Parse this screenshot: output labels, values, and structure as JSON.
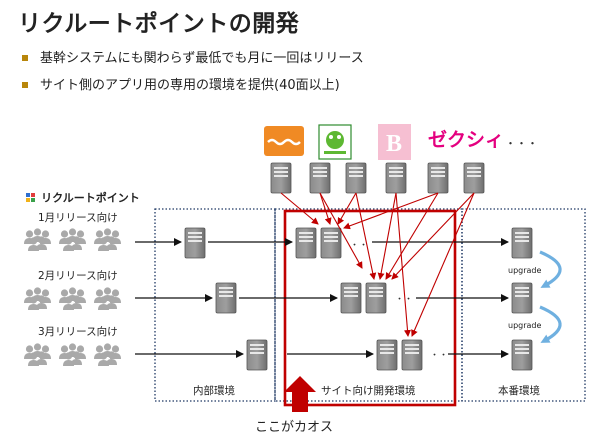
{
  "slide": {
    "title": "リクルートポイントの開発",
    "bullets": [
      "基幹システムにも関わらず最低でも月に一回はリリース",
      "サイト側のアプリ用の専用の環境を提供(40面以上)"
    ]
  },
  "diagram": {
    "brand_label": "リクルートポイント",
    "release_groups": [
      "1月リリース向け",
      "2月リリース向け",
      "3月リリース向け"
    ],
    "env_labels": {
      "internal": "内部環境",
      "site_dev": "サイト向け開発環境",
      "production": "本番環境"
    },
    "upgrade_labels": [
      "upgrade",
      "upgrade"
    ],
    "site_logos": {
      "logo1": "",
      "logo2": "",
      "logo3": "",
      "logo4": "ゼクシィ"
    },
    "more_dots": "・・・",
    "ellipsis": "・・",
    "chaos_caption": "ここがカオス"
  },
  "colors": {
    "bullet_square": "#b8860b",
    "chaos_red": "#c00000",
    "dotted_border": "#1f3864",
    "upgrade_arrow": "#6fb0e0",
    "server": "#7a7a7a"
  }
}
